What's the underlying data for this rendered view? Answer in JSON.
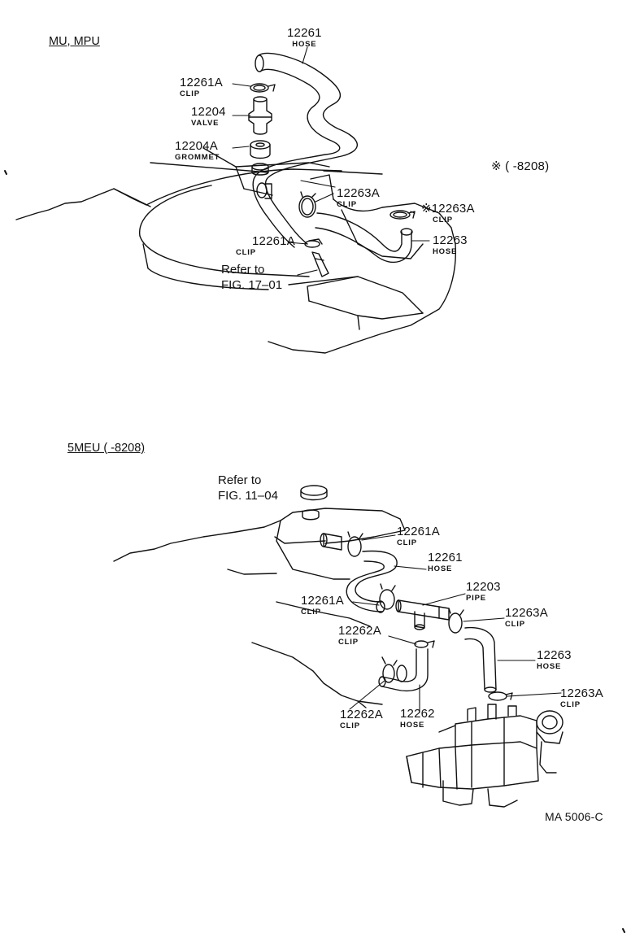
{
  "top_section": {
    "variant": "MU, MPU",
    "note": "※ (     -8208)",
    "refer": [
      "Refer to",
      "FIG. 17–01"
    ],
    "parts": [
      {
        "num": "12261",
        "name": "HOSE"
      },
      {
        "num": "12261A",
        "name": "CLIP"
      },
      {
        "num": "12204",
        "name": "VALVE"
      },
      {
        "num": "12204A",
        "name": "GROMMET"
      },
      {
        "num": "12263A",
        "name": "CLIP"
      },
      {
        "num": "※12263A",
        "name": "CLIP"
      },
      {
        "num": "12261A",
        "name": "CLIP"
      },
      {
        "num": "12263",
        "name": "HOSE"
      }
    ]
  },
  "bottom_section": {
    "variant": "5MEU (      -8208)",
    "refer": [
      "Refer to",
      "FIG. 11–04"
    ],
    "parts": [
      {
        "num": "12261A",
        "name": "CLIP"
      },
      {
        "num": "12261",
        "name": "HOSE"
      },
      {
        "num": "12203",
        "name": "PIPE"
      },
      {
        "num": "12261A",
        "name": "CLIP"
      },
      {
        "num": "12263A",
        "name": "CLIP"
      },
      {
        "num": "12262A",
        "name": "CLIP"
      },
      {
        "num": "12263",
        "name": "HOSE"
      },
      {
        "num": "12263A",
        "name": "CLIP"
      },
      {
        "num": "12262A",
        "name": "CLIP"
      },
      {
        "num": "12262",
        "name": "HOSE"
      }
    ]
  },
  "figure_code": "MA 5006-C"
}
